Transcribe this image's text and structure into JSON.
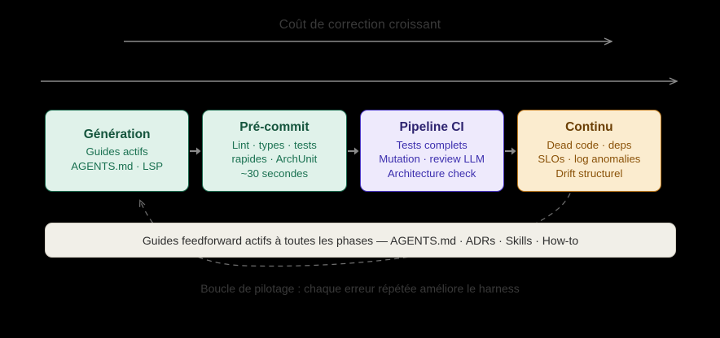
{
  "header": {
    "title": "Coût de correction croissant"
  },
  "axes": [
    {
      "name": "cost-axis",
      "label": "Coût de correction croissant"
    },
    {
      "name": "timeline-axis",
      "label": ""
    }
  ],
  "stages": [
    {
      "id": "generation",
      "title": "Génération",
      "lines": [
        "Guides actifs",
        "AGENTS.md · LSP"
      ],
      "color_bg": "#e0f2ea",
      "color_border": "#1d6b4f",
      "color_title": "#14543c",
      "color_text": "#1a7151"
    },
    {
      "id": "pre-commit",
      "title": "Pré-commit",
      "lines": [
        "Lint · types · tests",
        "rapides · ArchUnit",
        "~30 secondes"
      ],
      "color_bg": "#e0f2ea",
      "color_border": "#1d6b4f",
      "color_title": "#14543c",
      "color_text": "#1a7151"
    },
    {
      "id": "pipeline-ci",
      "title": "Pipeline CI",
      "lines": [
        "Tests complets",
        "Mutation · review LLM",
        "Architecture check"
      ],
      "color_bg": "#eeeafc",
      "color_border": "#4b38c4",
      "color_title": "#2e2470",
      "color_text": "#3c2fae"
    },
    {
      "id": "continu",
      "title": "Continu",
      "lines": [
        "Dead code · deps",
        "SLOs · log anomalies",
        "Drift structurel"
      ],
      "color_bg": "#fbeccf",
      "color_border": "#c27d21",
      "color_title": "#6b3f05",
      "color_text": "#8a5209"
    }
  ],
  "connectors": [
    {
      "name": "arrow-generation-to-precommit",
      "glyph": "→"
    },
    {
      "name": "arrow-precommit-to-pipeline",
      "glyph": "→"
    },
    {
      "name": "arrow-pipeline-to-continu",
      "glyph": "→"
    }
  ],
  "banner": {
    "text": "Guides feedforward actifs à toutes les phases — AGENTS.md · ADRs · Skills · How-to"
  },
  "feedback_loop": {
    "caption": "Boucle de pilotage : chaque erreur répétée améliore le harness"
  },
  "colors": {
    "background": "#000000",
    "axis": "#8a8a8a",
    "connector": "#8a8a8a",
    "dashed_loop": "#6e6e6e",
    "banner_bg": "#f1efe8",
    "muted_text": "#3a3a3a"
  }
}
